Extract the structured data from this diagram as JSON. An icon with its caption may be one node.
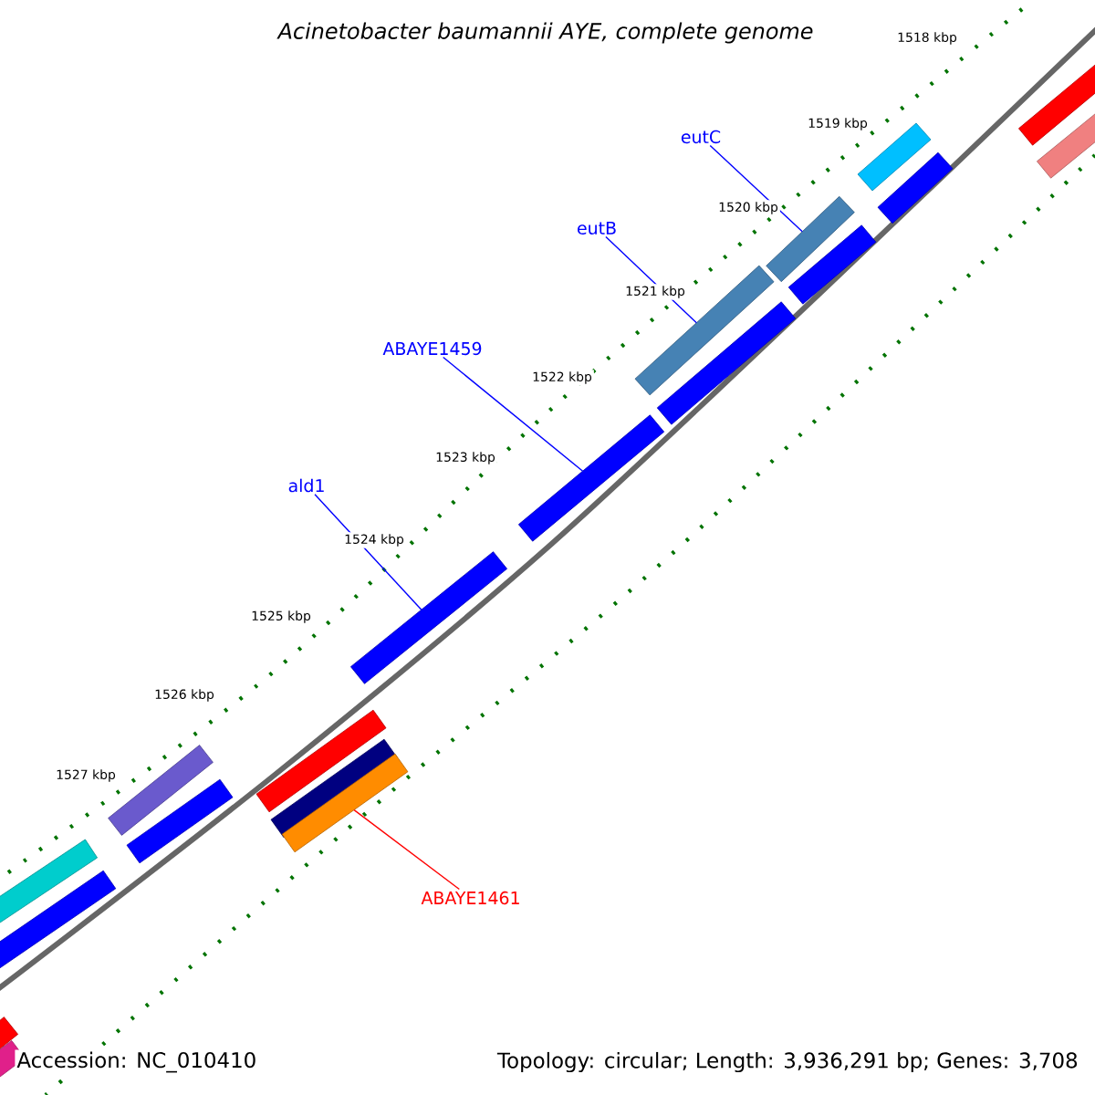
{
  "diagram": {
    "title": "Acinetobacter baumannii AYE, complete genome",
    "nodes": [
      {
        "text": [
          "eutC"
        ]
      },
      {
        "text": [
          "eutB"
        ]
      },
      {
        "text": [
          "ABAYE1459"
        ]
      },
      {
        "text": [
          "ald1"
        ]
      },
      {
        "text": [
          "ABAYE1461"
        ]
      },
      {
        "text": [],
        "shape": "bar"
      },
      {
        "text": [],
        "shape": "bar"
      },
      {
        "text": [],
        "shape": "bar"
      },
      {
        "text": [],
        "shape": "bar"
      },
      {
        "text": [],
        "shape": "bar"
      },
      {
        "text": [],
        "shape": "bar"
      }
    ],
    "edges": [
      {
        "from": 0,
        "to": 5,
        "arrow": "none"
      },
      {
        "from": 1,
        "to": 6,
        "arrow": "none"
      },
      {
        "from": 2,
        "to": 7,
        "arrow": "none"
      },
      {
        "from": 3,
        "to": 8,
        "arrow": "none"
      },
      {
        "from": 4,
        "to": 9,
        "arrow": "none",
        "color": "#ff0000"
      }
    ],
    "labels": [
      "1518 kbp",
      "1519 kbp",
      "1520 kbp",
      "1521 kbp",
      "1522 kbp",
      "1523 kbp",
      "1524 kbp",
      "1525 kbp",
      "1526 kbp",
      "1527 kbp",
      "Accession: NC_010410",
      "Topology: circular; Length: 3,936,291 bp; Genes: 3,708"
    ]
  }
}
